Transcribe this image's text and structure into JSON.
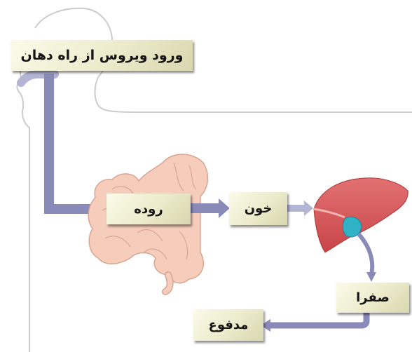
{
  "diagram": {
    "labels": {
      "entry": "ورود ویروس از راه دهان",
      "intestine": "روده",
      "blood": "خون",
      "bile": "صفرا",
      "feces": "مدفوع"
    },
    "colors": {
      "pathway": "#8a8ab8",
      "pathway_light": "#b4b5d4",
      "body_outline": "#cccccc",
      "liver": "#d8595a",
      "gallbladder": "#2fb3c4",
      "intestine": "#f6cdbb",
      "label_fill": "#efeed2"
    }
  }
}
